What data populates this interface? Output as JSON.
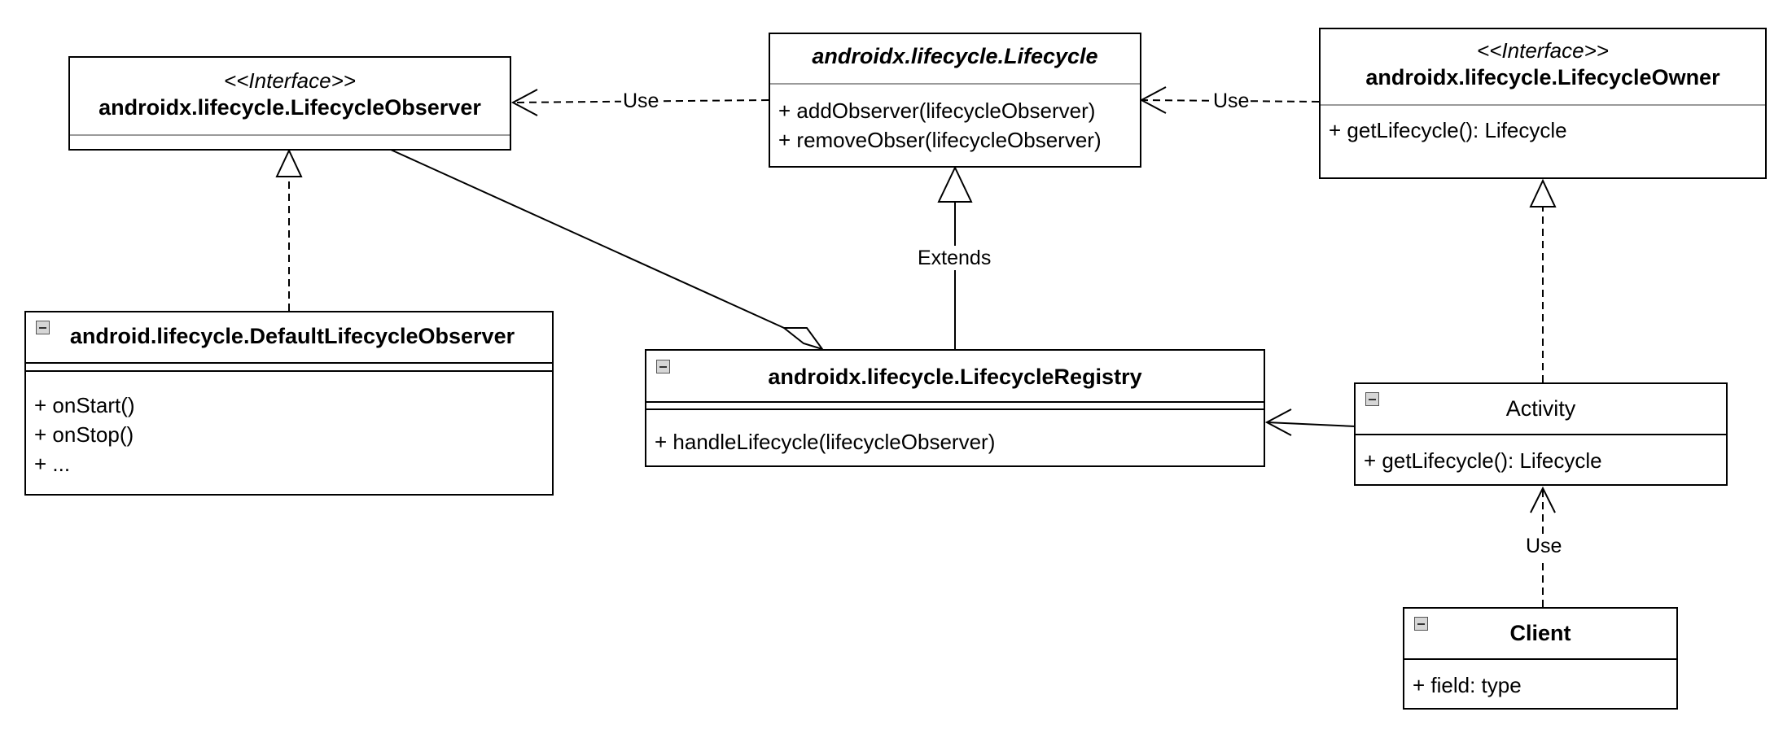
{
  "classes": {
    "lifecycle_observer": {
      "stereotype": "<<Interface>>",
      "name": "androidx.lifecycle.LifecycleObserver",
      "members": []
    },
    "lifecycle": {
      "name": "androidx.lifecycle.Lifecycle",
      "members": [
        "+ addObserver(lifecycleObserver)",
        "+ removeObser(lifecycleObserver)"
      ]
    },
    "lifecycle_owner": {
      "stereotype": "<<Interface>>",
      "name": "androidx.lifecycle.LifecycleOwner",
      "members": [
        "+ getLifecycle(): Lifecycle"
      ]
    },
    "default_observer": {
      "name": "android.lifecycle.DefaultLifecycleObserver",
      "members": [
        "+ onStart()",
        "+ onStop()",
        "+ ..."
      ]
    },
    "lifecycle_registry": {
      "name": "androidx.lifecycle.LifecycleRegistry",
      "members": [
        "+ handleLifecycle(lifecycleObserver)"
      ]
    },
    "activity": {
      "name": "Activity",
      "members": [
        "+ getLifecycle(): Lifecycle"
      ]
    },
    "client": {
      "name": "Client",
      "members": [
        "+ field: type"
      ]
    }
  },
  "edges": {
    "lifecycle_uses_observer": "Use",
    "owner_uses_lifecycle": "Use",
    "registry_extends_lifecycle": "Extends",
    "client_uses_activity": "Use"
  }
}
